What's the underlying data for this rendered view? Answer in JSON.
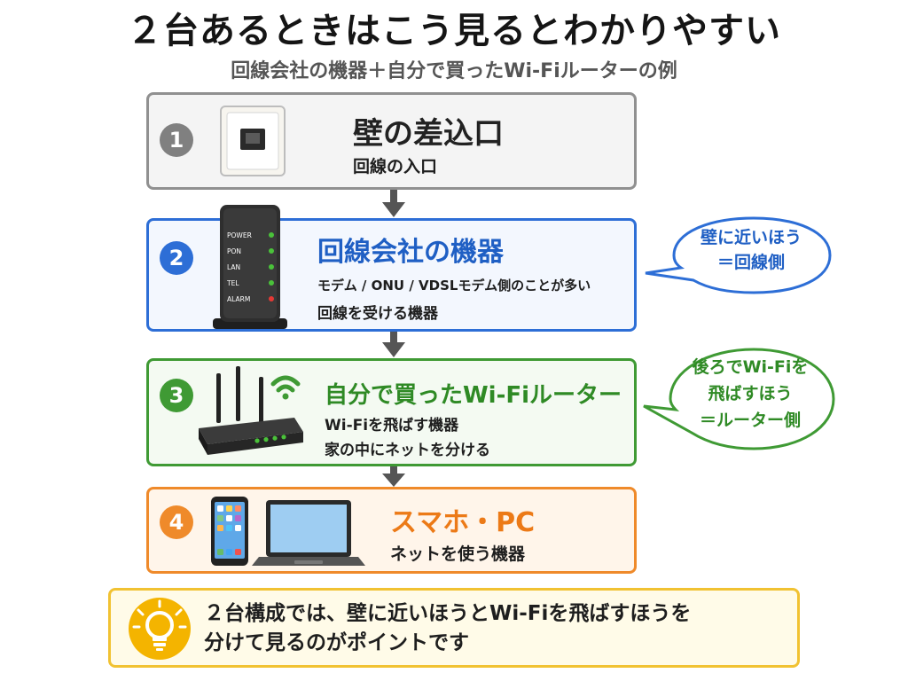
{
  "header": {
    "title": "２台あるときはこう見るとわかりやすい",
    "subtitle": "回線会社の機器＋自分で買ったWi-Fiルーターの例"
  },
  "steps": [
    {
      "number": "1",
      "title": "壁の差込口",
      "lines": [
        "回線の入口"
      ],
      "color": "#808080",
      "icon": "wall-jack-icon"
    },
    {
      "number": "2",
      "title": "回線会社の機器",
      "lines": [
        "モデム / ONU / VDSLモデム側のことが多い",
        "回線を受ける機器"
      ],
      "color": "#2d6ed6",
      "icon": "onu-modem-icon",
      "device_labels": [
        "POWER",
        "PON",
        "LAN",
        "TEL",
        "ALARM"
      ]
    },
    {
      "number": "3",
      "title": "自分で買ったWi-Fiルーター",
      "lines": [
        "Wi-Fiを飛ばす機器",
        "家の中にネットを分ける"
      ],
      "color": "#3f9a34",
      "icon": "wifi-router-icon"
    },
    {
      "number": "4",
      "title": "スマホ・PC",
      "lines": [
        "ネットを使う機器"
      ],
      "color": "#ef8a2a",
      "icon": "smartphone-laptop-icon"
    }
  ],
  "callouts": [
    {
      "lines": [
        "壁に近いほう",
        "＝回線側"
      ],
      "color": "#2d6ed6"
    },
    {
      "lines": [
        "後ろでWi-Fiを",
        "飛ばすほう",
        "＝ルーター側"
      ],
      "color": "#3f9a34"
    }
  ],
  "tip": {
    "icon": "lightbulb-icon",
    "lines": [
      "２台構成では、壁に近いほうとWi-Fiを飛ばすほうを",
      "分けて見るのがポイントです"
    ]
  }
}
